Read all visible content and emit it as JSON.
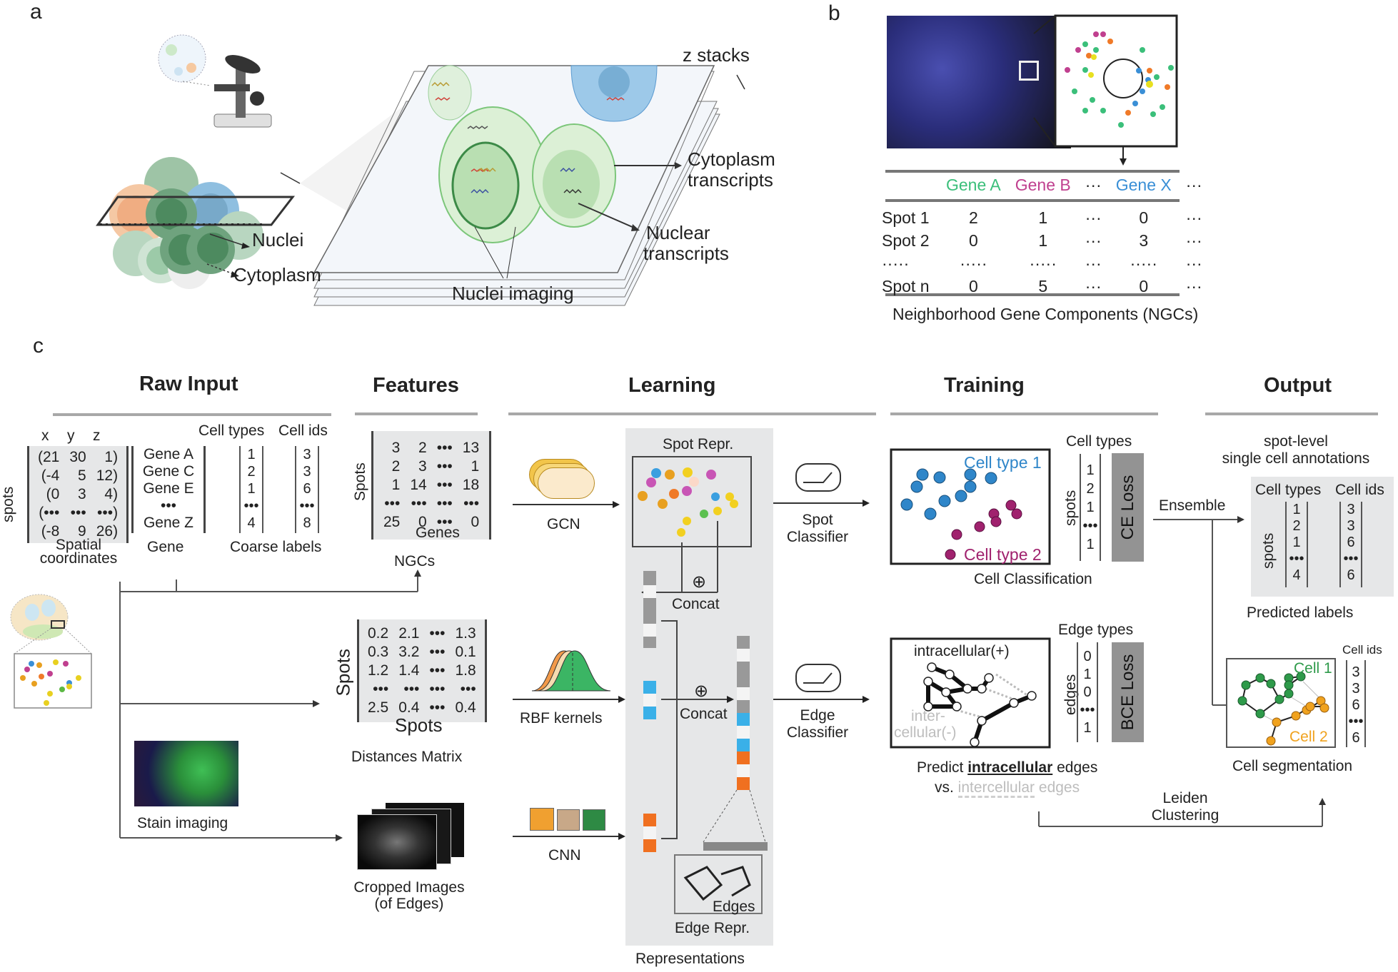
{
  "panels": {
    "a": "a",
    "b": "b",
    "c": "c"
  },
  "panel_a": {
    "z_stacks": "z stacks",
    "cytoplasm_transcripts": [
      "Cytoplasm",
      "transcripts"
    ],
    "nuclear_transcripts": [
      "Nuclear",
      "transcripts"
    ],
    "nuclei": "Nuclei",
    "cytoplasm": "Cytoplasm",
    "nuclei_imaging": "Nuclei imaging"
  },
  "panel_b": {
    "columns": [
      "",
      "Gene A",
      "Gene B",
      "···",
      "Gene X",
      "···"
    ],
    "column_colors": [
      "#222222",
      "#3bbf7a",
      "#c0408f",
      "#222222",
      "#3a8fd6",
      "#222222"
    ],
    "rows": [
      [
        "Spot 1",
        "2",
        "1",
        "···",
        "0",
        "···"
      ],
      [
        "Spot 2",
        "0",
        "1",
        "···",
        "3",
        "···"
      ],
      [
        "·····",
        "·····",
        "·····",
        "···",
        "·····",
        "···"
      ],
      [
        "Spot n",
        "0",
        "5",
        "···",
        "0",
        "···"
      ]
    ],
    "caption": "Neighborhood Gene Components (NGCs)"
  },
  "sections": {
    "raw_input": "Raw Input",
    "features": "Features",
    "learning": "Learning",
    "training": "Training",
    "output": "Output"
  },
  "raw_input": {
    "axes": [
      "x",
      "y",
      "z"
    ],
    "spots_label": "spots",
    "coords": [
      [
        "(21",
        "30",
        "1)"
      ],
      [
        "(-4",
        "5",
        "12)"
      ],
      [
        "(0",
        "3",
        "4)"
      ],
      [
        "(•••",
        "•••",
        "•••)"
      ],
      [
        "(-8",
        "9",
        "26)"
      ]
    ],
    "coords_caption": [
      "Spatial",
      "coordinates"
    ],
    "genes": [
      "Gene A",
      "Gene C",
      "Gene E",
      "•••",
      "Gene Z"
    ],
    "gene_caption": "Gene",
    "cell_types_header": "Cell types",
    "cell_ids_header": "Cell ids",
    "cell_types": [
      "1",
      "2",
      "1",
      "•••",
      "4"
    ],
    "cell_ids": [
      "3",
      "3",
      "6",
      "•••",
      "8"
    ],
    "coarse_caption": "Coarse labels",
    "stain_caption": "Stain imaging"
  },
  "features": {
    "ngc_matrix": [
      [
        "3",
        "2",
        "•••",
        "13"
      ],
      [
        "2",
        "3",
        "•••",
        "1"
      ],
      [
        "1",
        "14",
        "•••",
        "18"
      ],
      [
        "•••",
        "•••",
        "•••",
        "•••"
      ],
      [
        "25",
        "0",
        "•••",
        "0"
      ]
    ],
    "ngc_row_label": "Spots",
    "ngc_col_label": "Genes",
    "ngc_caption": "NGCs",
    "dist_matrix": [
      [
        "0.2",
        "2.1",
        "•••",
        "1.3"
      ],
      [
        "0.3",
        "3.2",
        "•••",
        "0.1"
      ],
      [
        "1.2",
        "1.4",
        "•••",
        "1.8"
      ],
      [
        "•••",
        "•••",
        "•••",
        "•••"
      ],
      [
        "2.5",
        "0.4",
        "•••",
        "0.4"
      ]
    ],
    "dist_row_label": "Spots",
    "dist_col_label": "Spots",
    "dist_caption": "Distances Matrix",
    "cropped_caption": [
      "Cropped Images",
      "(of Edges)"
    ]
  },
  "learning": {
    "gcn": "GCN",
    "rbf": "RBF kernels",
    "cnn": "CNN",
    "spot_repr": "Spot Repr.",
    "concat1": "Concat",
    "concat2": "Concat",
    "plus": "⊕",
    "edges": "Edges",
    "edge_repr": "Edge Repr.",
    "representations": "Representations",
    "spot_classifier": [
      "Spot",
      "Classifier"
    ],
    "edge_classifier": [
      "Edge",
      "Classifier"
    ]
  },
  "training": {
    "cell_type_1": "Cell type 1",
    "cell_type_2": "Cell type 2",
    "cell_type_1_color": "#2f86c9",
    "cell_type_2_color": "#a0226e",
    "cell_types_header": "Cell types",
    "spots_label": "spots",
    "cell_types": [
      "1",
      "2",
      "1",
      "•••",
      "1"
    ],
    "ce_loss": "CE Loss",
    "cell_class_caption": "Cell Classification",
    "intracellular": "intracellular(+)",
    "intercellular": [
      "inter-",
      "cellular(-)"
    ],
    "edge_types_header": "Edge types",
    "edges_label": "edges",
    "edge_types": [
      "0",
      "1",
      "0",
      "•••",
      "1"
    ],
    "bce_loss": "BCE Loss",
    "predict_line1_pre": "Predict ",
    "predict_line1_bold": "intracellular",
    "predict_line1_post": " edges",
    "predict_line2_pre": "vs. ",
    "predict_line2_gray": "intercellular",
    "predict_line2_post": " edges"
  },
  "output": {
    "ensemble": "Ensemble",
    "spot_level": [
      "spot-level",
      "single cell annotations"
    ],
    "cell_types_header": "Cell types",
    "cell_ids_header": "Cell ids",
    "spots_label": "spots",
    "cell_types": [
      "1",
      "2",
      "1",
      "•••",
      "4"
    ],
    "cell_ids": [
      "3",
      "3",
      "6",
      "•••",
      "6"
    ],
    "predicted_caption": "Predicted labels",
    "seg_cell_ids_header": "Cell ids",
    "seg_cell_ids": [
      "3",
      "3",
      "6",
      "•••",
      "6"
    ],
    "cell1": "Cell 1",
    "cell2": "Cell 2",
    "cell1_color": "#2e9a4a",
    "cell2_color": "#f0a21e",
    "seg_caption": "Cell segmentation",
    "leiden": [
      "Leiden",
      "Clustering"
    ]
  }
}
